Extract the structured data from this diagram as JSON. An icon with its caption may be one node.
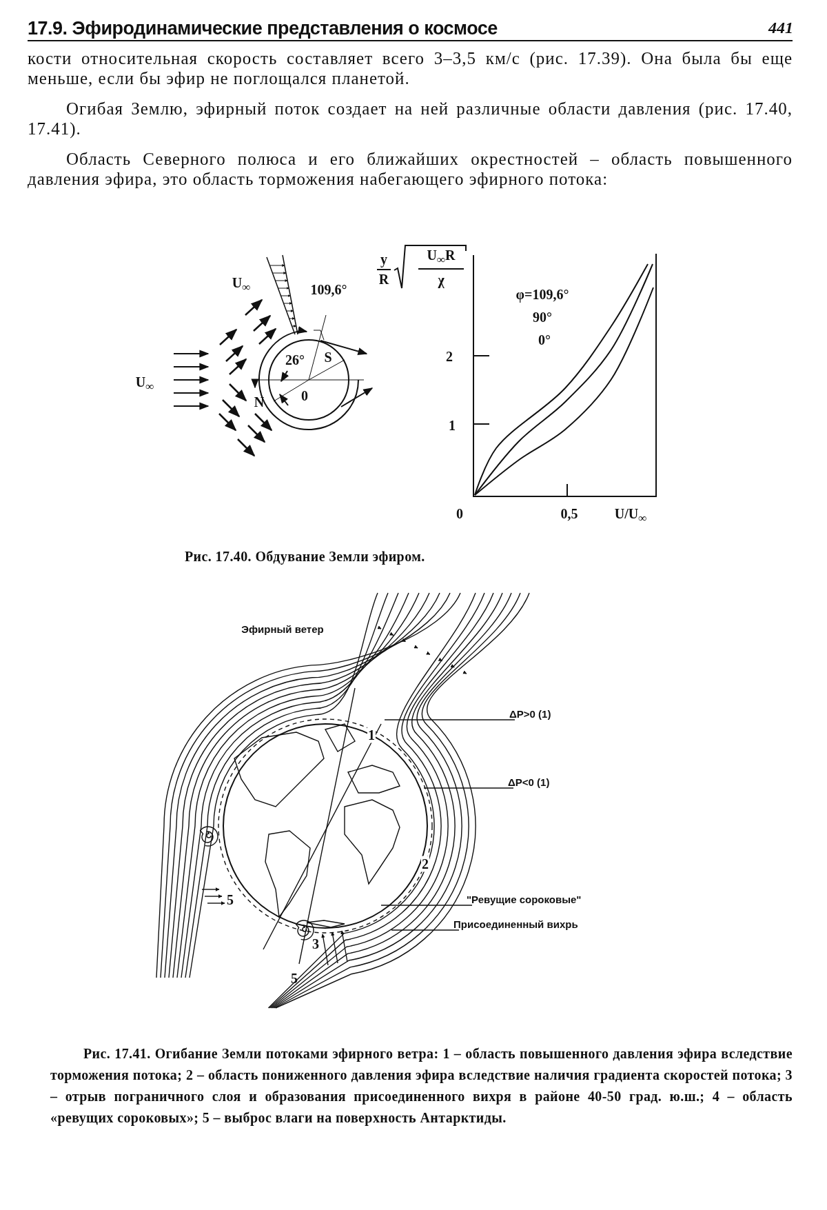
{
  "diagram": {
    "title": "17.9. Эфиродинамические представления о космосе",
    "nodes": [
      {
        "text": [
          "ΔP>0 (1)"
        ]
      },
      {
        "text": [
          "ΔP<0 (1)"
        ]
      },
      {
        "text": [
          "\"Ревущие сороковые\""
        ]
      },
      {
        "text": [
          "Присоединенный вихрь"
        ]
      }
    ],
    "edges": [
      {
        "from": 0,
        "to": null,
        "arrow": "none"
      },
      {
        "from": 1,
        "to": null,
        "arrow": "none"
      },
      {
        "from": 2,
        "to": null,
        "arrow": "none"
      },
      {
        "from": 3,
        "to": null,
        "arrow": "none"
      }
    ],
    "labels": [
      "441",
      "кости относительная скорость составляет всего 3–3,5 км/с (рис. 17.39). Она была бы еще меньше, если бы эфир не поглощался планетой.",
      "Огибая Землю, эфирный поток создает на ней различные области давления (рис. 17.40, 17.41).",
      "Область Северного полюса и его ближайших окрестностей – область повышенного давления эфира, это область торможения набегающего эфирного потока:",
      "U$_{∞}$",
      "109,6°",
      "U$_{∞}$",
      "26°",
      "S",
      "N",
      "0",
      "y",
      "R",
      "U$_{∞}$R",
      "χ",
      "φ=109,6°",
      "90°",
      "0°",
      "2",
      "1",
      "0",
      "0,5",
      "U/U$_{∞}$",
      "Рис. 17.40. Обдувание Земли эфиром.",
      "Эфирный ветер",
      "1",
      "2",
      "5",
      "3",
      "5",
      "Рис. 17.41. Огибание Земли потоками эфирного ветра: 1 – область повышенного давления эфира вследствие торможения потока; 2 – область пониженного давления эфира вследствие наличия градиента скоростей потока; 3 – отрыв пограничного слоя и образования присоединенного вихря в районе 40-50 град. ю.ш.; 4 – область «ревущих сороковых»; 5 – выброс влаги на поверхность Антарктиды."
    ]
  }
}
